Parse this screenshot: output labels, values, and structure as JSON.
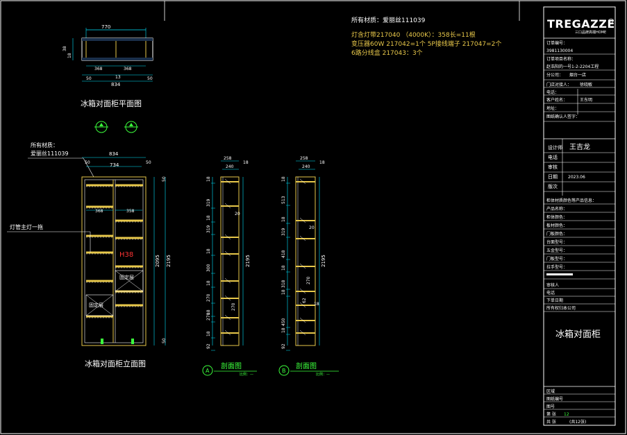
{
  "notes": {
    "material_title": "所有材质：爱丽丝111039",
    "line1": "灯含灯带217040 （4000K）：358长=11根",
    "line2": "变压器60W 217042=1个  5P接线端子 217047=2个",
    "line3": "6路分线盒 217043：3个"
  },
  "plan_view": {
    "title": "冰箱对面柜平面图",
    "dims": [
      "770",
      "38",
      "18",
      "368",
      "13",
      "368",
      "50",
      "50",
      "834"
    ]
  },
  "elevation": {
    "title": "冰箱对面柜立面图",
    "material_label_1": "所有材质：",
    "material_label_2": "爱丽丝111039",
    "lamp_label": "灯管主灯一拖",
    "height_label": "H38",
    "drawer_label_1": "固定层",
    "drawer_label_2": "固定层",
    "dims_top": [
      "834",
      "50",
      "50",
      "734"
    ],
    "dims_mid": [
      "368",
      "358"
    ],
    "dims_right": [
      "50",
      "2095",
      "2195",
      "50"
    ]
  },
  "section_a": {
    "title": "剖面图",
    "scale": "比例：—",
    "marker": "A",
    "dims_top": [
      "258",
      "18",
      "240"
    ],
    "dims_left": [
      "18",
      "319",
      "18",
      "319",
      "18",
      "300",
      "18",
      "270",
      "18",
      "270",
      "18",
      "92"
    ],
    "dims_inner": [
      "20",
      "270"
    ],
    "dims_right": [
      "2195"
    ]
  },
  "section_b": {
    "title": "剖面图",
    "scale": "比例：—",
    "marker": "B",
    "dims_top": [
      "258",
      "18",
      "240"
    ],
    "dims_left": [
      "18",
      "513",
      "18",
      "319",
      "418",
      "18",
      "318",
      "18",
      "450",
      "18",
      "92"
    ],
    "dims_inner": [
      "20",
      "270",
      "18",
      "62"
    ],
    "dims_right": [
      "2195"
    ]
  },
  "title_block": {
    "logo": "TREGAZZE",
    "logo_sub": "三口品牌高端HOME",
    "rows": [
      {
        "label": "订单编号：",
        "value": "3981130004"
      },
      {
        "label": "订单项目名称：",
        "value": "赵浩阳的一号1-2-2204工程"
      },
      {
        "label": "分公司：",
        "value": "烟台一店"
      },
      {
        "label": "门店对接人：",
        "value": "徐晓敏"
      },
      {
        "label": "电话：",
        "value": ""
      },
      {
        "label": "客户姓名：",
        "value": "王东明"
      },
      {
        "label": "地址：",
        "value": ""
      },
      {
        "label": "图纸确认人签字：",
        "value": ""
      }
    ],
    "designer_label": "设计师",
    "designer": "王吉龙",
    "phone_label": "电话",
    "review_label": "审核",
    "date_label": "日期",
    "date": "2023.06",
    "version_label": "版次",
    "spec_rows": [
      "柜体材质颜色等产品信息：",
      "产品名称：",
      "柜体颜色：",
      "板材颜色：",
      "门板颜色：",
      "台面型号：",
      "五金型号：",
      "门板型号：",
      "拉手型号："
    ],
    "review_rows": [
      "审核人",
      "电话",
      "下单日期",
      "所有权归本公司"
    ],
    "drawing_name": "冰箱对面柜",
    "footer_rows": [
      {
        "label": "区域",
        "value": ""
      },
      {
        "label": "图纸编号",
        "value": ""
      },
      {
        "label": "图号",
        "value": ""
      },
      {
        "label": "第  张",
        "value": "12"
      },
      {
        "label": "共  张",
        "value": "(共12张)"
      }
    ]
  },
  "colors": {
    "background": "#000000",
    "line": "#ffffff",
    "dimension": "#00e5ff",
    "accent": "#3cff3c",
    "wood": "#e8c84a",
    "highlight": "#ff3333"
  }
}
